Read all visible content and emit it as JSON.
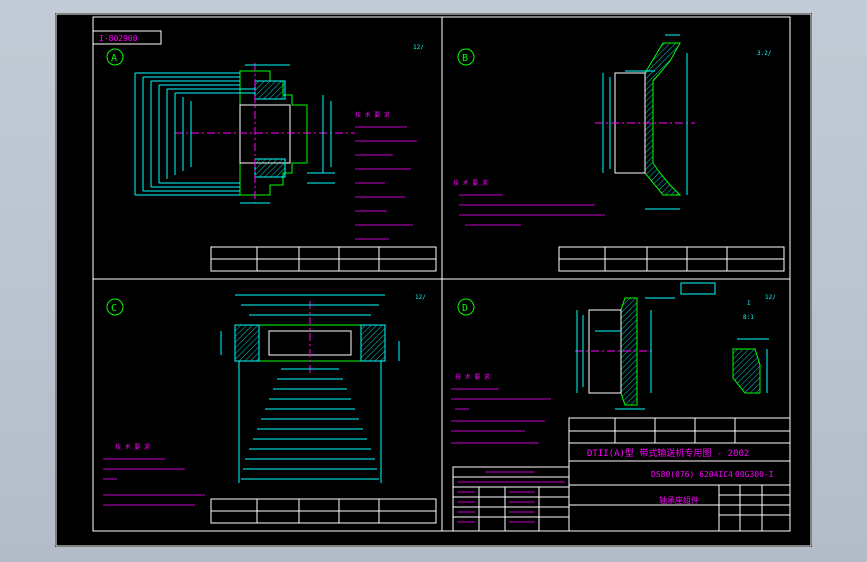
{
  "drawing": {
    "code_box": "I-802900",
    "views": {
      "a": {
        "label": "A",
        "roughness": "12/"
      },
      "b": {
        "label": "B",
        "roughness": "3.2/"
      },
      "c": {
        "label": "C",
        "roughness": "12/"
      },
      "d": {
        "label": "D",
        "roughness": "12/"
      }
    },
    "view_d_detail_label": "I",
    "view_d_detail_scale": "8:1",
    "tech_notes": {
      "title": "技 术 要 求",
      "lines": [
        "1. 未注倒角均为C1。",
        "2. 锐边倒钝，去毛刺。",
        "3. 表面处理。"
      ]
    },
    "title_block": {
      "company": "DTII(A)型 带式输送机专用图 - 2002",
      "drawing_no": "DS80(076) 6204IC4",
      "part_code": "00G300-I",
      "part_name": "轴承座组件"
    }
  },
  "colors": {
    "sheet": "#000000",
    "frame": "#ffffff",
    "part": "#00ff00",
    "text": "#ff00ff",
    "dim": "#00ffff",
    "hatch": "#00ffff",
    "yellow": "#ffff00"
  }
}
